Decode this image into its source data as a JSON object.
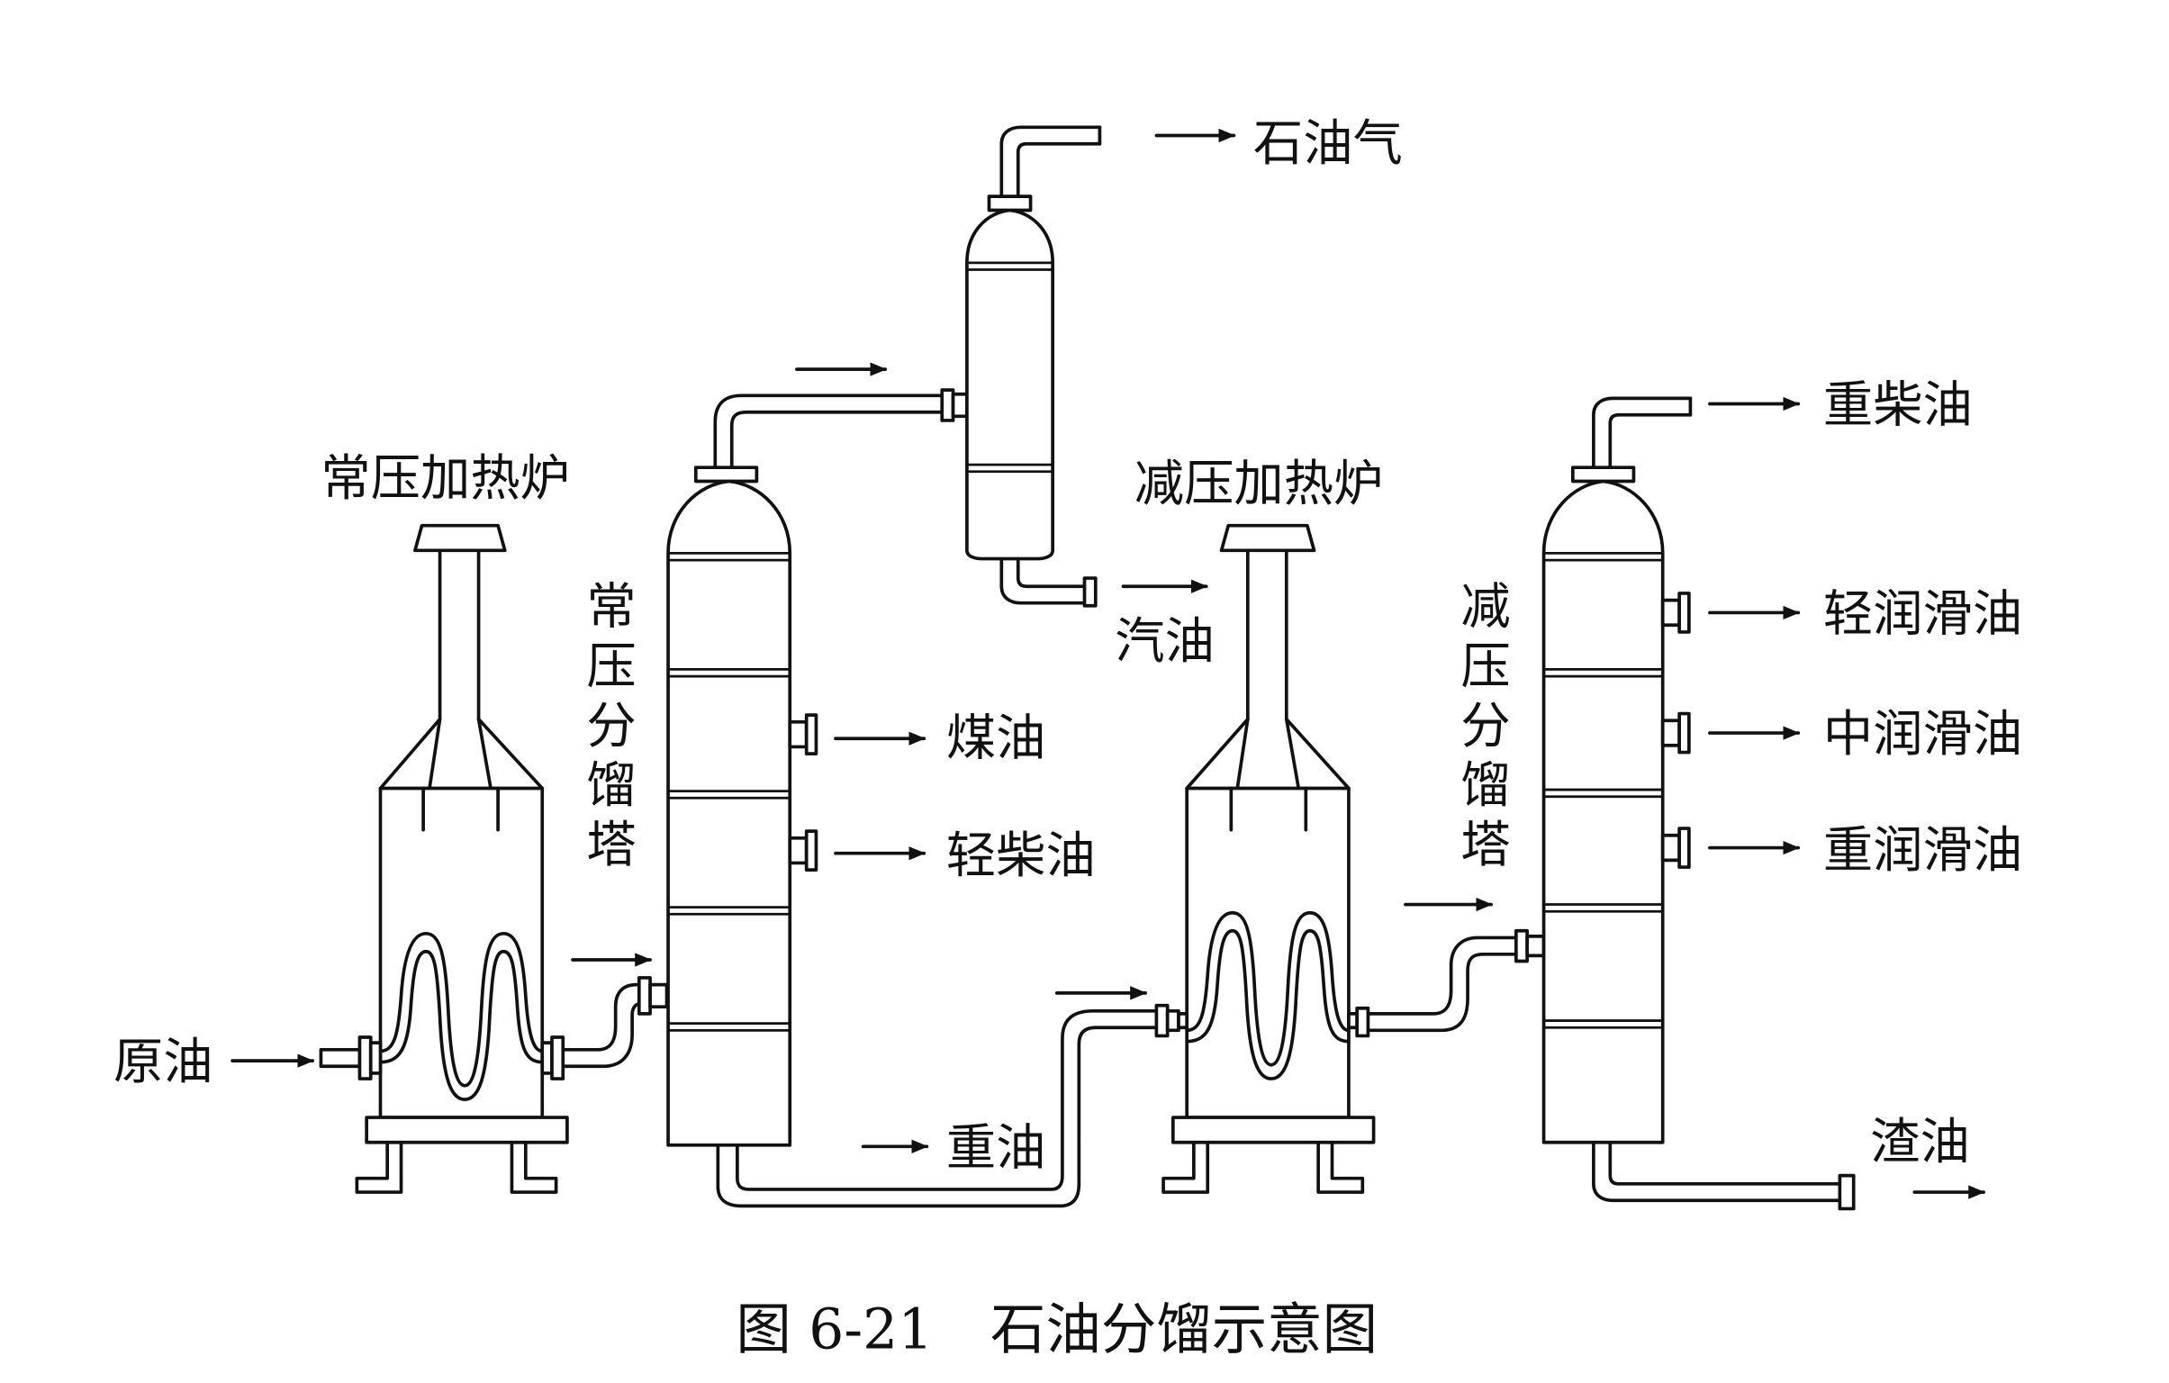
{
  "labels": {
    "atm_furnace": "常压加热炉",
    "vac_furnace": "减压加热炉",
    "atm_column": [
      "常",
      "压",
      "分",
      "馏",
      "塔"
    ],
    "vac_column": [
      "减",
      "压",
      "分",
      "馏",
      "塔"
    ],
    "crude_oil": "原油",
    "petroleum_gas": "石油气",
    "gasoline": "汽油",
    "kerosene": "煤油",
    "light_diesel": "轻柴油",
    "heavy_oil": "重油",
    "heavy_diesel": "重柴油",
    "light_lube": "轻润滑油",
    "medium_lube": "中润滑油",
    "heavy_lube": "重润滑油",
    "residue": "渣油"
  },
  "caption": {
    "figure_number": "图 6-21",
    "title": "石油分馏示意图"
  }
}
